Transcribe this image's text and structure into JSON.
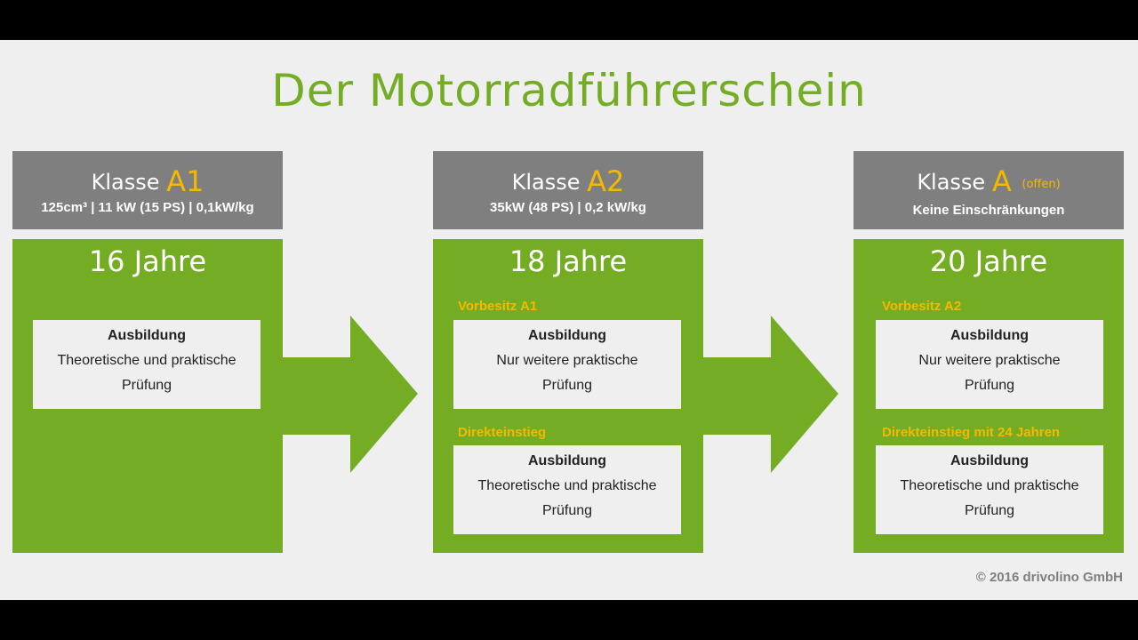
{
  "title": "Der Motorradführerschein",
  "copyright": "© 2016 drivolino GmbH",
  "columns": [
    {
      "class_prefix": "Klasse",
      "class_code": "A1",
      "class_note": "",
      "spec": "125cm³ | 11 kW (15 PS) | 0,1kW/kg",
      "age": "16 Jahre",
      "paths": [
        {
          "label": "",
          "box_title": "Ausbildung",
          "box_text_1": "Theoretische und praktische",
          "box_text_2": "Prüfung"
        }
      ]
    },
    {
      "class_prefix": "Klasse",
      "class_code": "A2",
      "class_note": "",
      "spec": "35kW (48 PS) | 0,2 kW/kg",
      "age": "18 Jahre",
      "paths": [
        {
          "label": "Vorbesitz A1",
          "box_title": "Ausbildung",
          "box_text_1": "Nur weitere praktische",
          "box_text_2": "Prüfung"
        },
        {
          "label": "Direkteinstieg",
          "box_title": "Ausbildung",
          "box_text_1": "Theoretische und praktische",
          "box_text_2": "Prüfung"
        }
      ]
    },
    {
      "class_prefix": "Klasse",
      "class_code": "A",
      "class_note": "(offen)",
      "spec": "Keine Einschränkungen",
      "age": "20 Jahre",
      "paths": [
        {
          "label": "Vorbesitz A2",
          "box_title": "Ausbildung",
          "box_text_1": "Nur weitere praktische",
          "box_text_2": "Prüfung"
        },
        {
          "label": "Direkteinstieg mit 24 Jahren",
          "box_title": "Ausbildung",
          "box_text_1": "Theoretische und praktische",
          "box_text_2": "Prüfung"
        }
      ]
    }
  ],
  "colors": {
    "green": "#74ad24",
    "gray": "#7f7f7f",
    "accent": "#f5b800",
    "background": "#efefef"
  }
}
